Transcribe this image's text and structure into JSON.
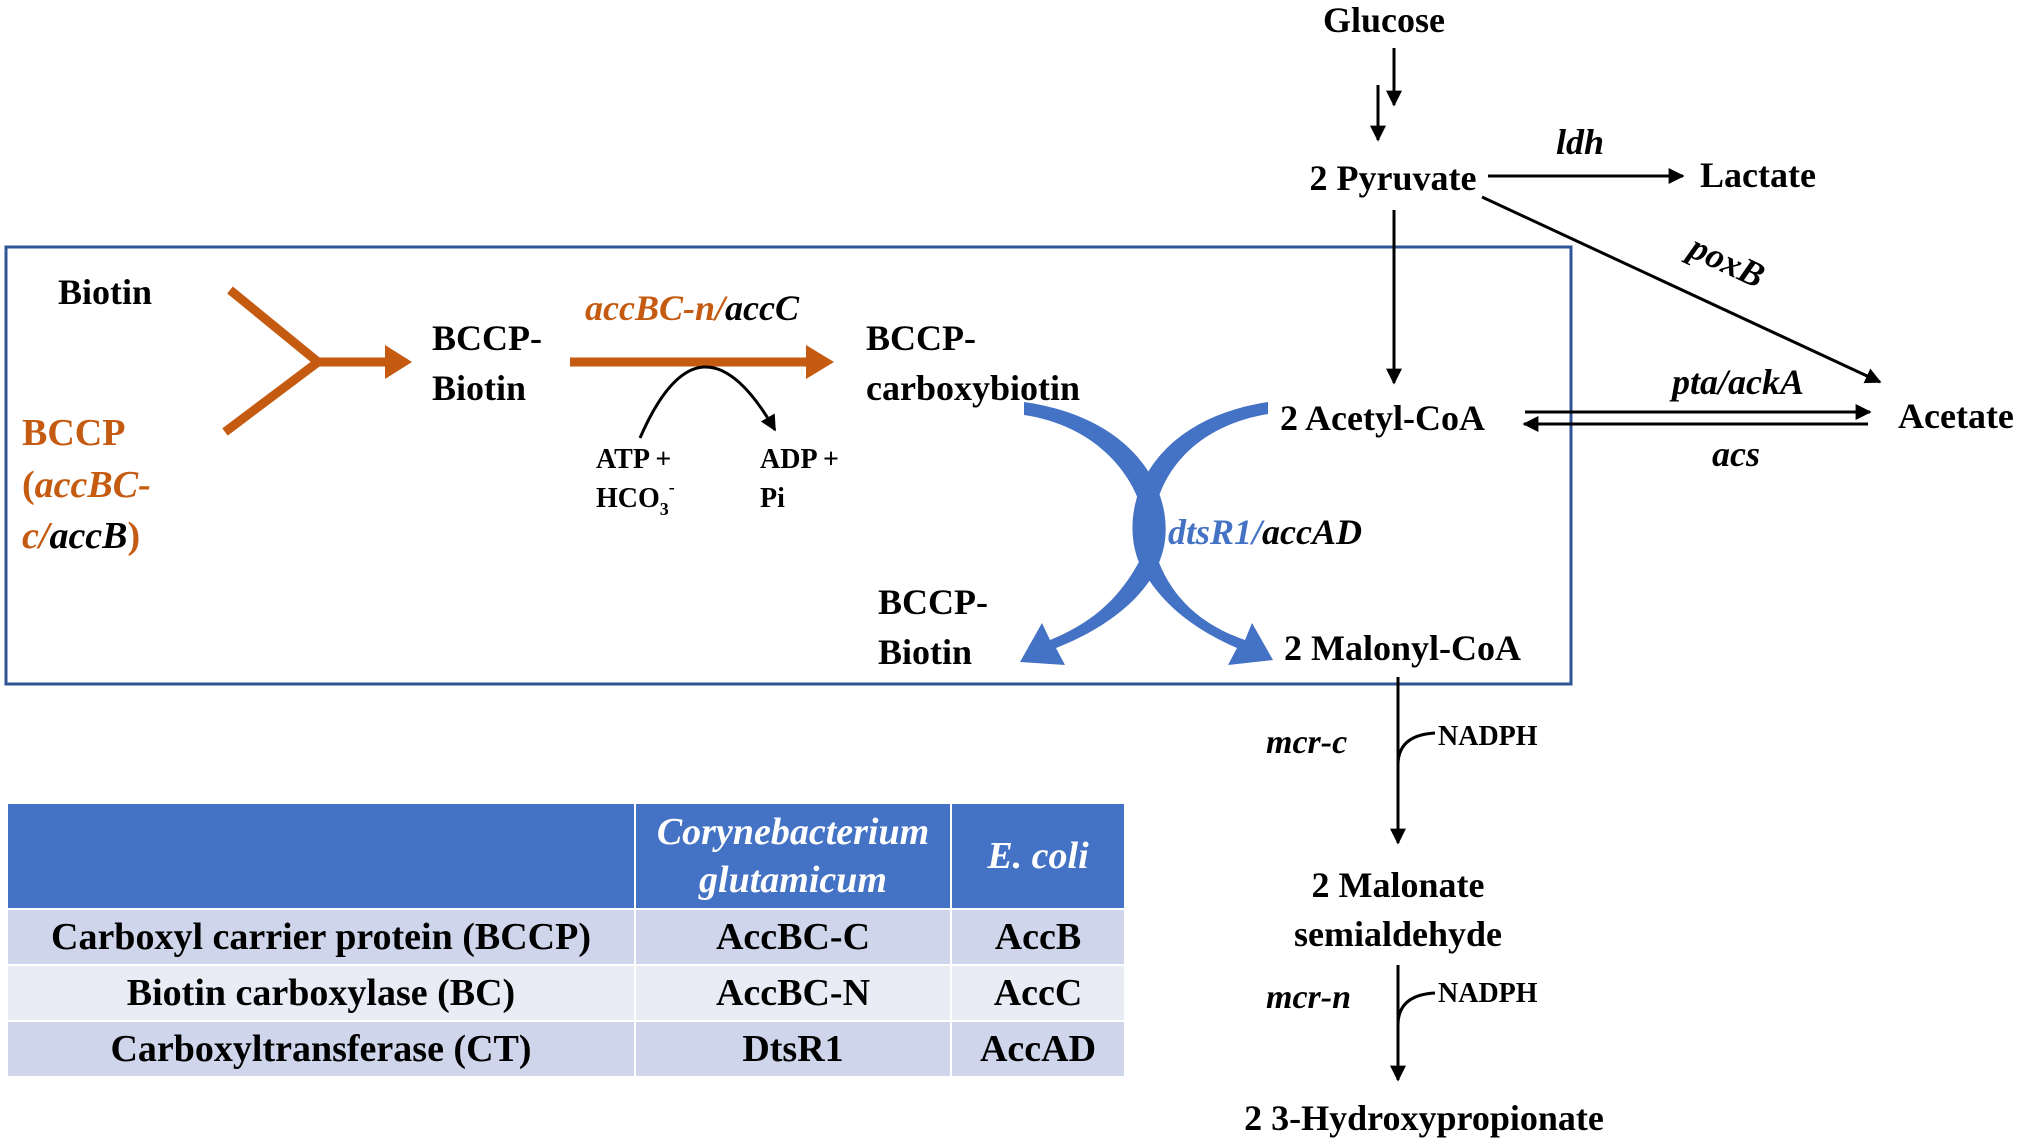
{
  "colors": {
    "orange": "#c55a11",
    "blue": "#4472c4",
    "box_border": "#2f5597",
    "table_header": "#4472c4",
    "table_row_dark": "#cfd5ea",
    "table_row_light": "#e9ebf5"
  },
  "labels": {
    "glucose": "Glucose",
    "pyruvate": "2 Pyruvate",
    "ldh": "ldh",
    "lactate": "Lactate",
    "poxb": "poxB",
    "pta_acka": "pta/ackA",
    "acs": "acs",
    "acetate": "Acetate",
    "acetyl_coa": "2 Acetyl-CoA",
    "biotin": "Biotin",
    "bccp_1": "BCCP",
    "bccp_paren_open": "(",
    "bccp_accbc": "accBC-",
    "bccp_c": "c/",
    "bccp_accb": "accB",
    "bccp_paren_close": ")",
    "bccp_biotin_1a": "BCCP-",
    "bccp_biotin_1b": "Biotin",
    "enzyme_c_orange": "accBC-n/",
    "enzyme_c_black": "accC",
    "bccp_carboxy_a": "BCCP-",
    "bccp_carboxy_b": "carboxybiotin",
    "atp": "ATP +",
    "hco3": "HCO",
    "hco3_sub": "3",
    "hco3_sup": "-",
    "adp": "ADP +",
    "pi": "Pi",
    "dtsr1": "dtsR1/",
    "accad": "accAD",
    "bccp_biotin_2a": "BCCP-",
    "bccp_biotin_2b": "Biotin",
    "malonyl_coa": "2 Malonyl-CoA",
    "mcr_c": "mcr-c",
    "nadph_1": "NADPH",
    "malonate_a": "2 Malonate",
    "malonate_b": "semialdehyde",
    "mcr_n": "mcr-n",
    "nadph_2": "NADPH",
    "hydroxypropionate": "2 3-Hydroxypropionate"
  },
  "table": {
    "headers": [
      "",
      "Corynebacterium glutamicum",
      "E. coli"
    ],
    "header_lines": [
      "Corynebacterium",
      "glutamicum"
    ],
    "rows": [
      {
        "component": "Carboxyl carrier protein (BCCP)",
        "cg": "AccBC-C",
        "ec": "AccB"
      },
      {
        "component": "Biotin carboxylase (BC)",
        "cg": "AccBC-N",
        "ec": "AccC"
      },
      {
        "component": "Carboxyltransferase (CT)",
        "cg": "DtsR1",
        "ec": "AccAD"
      }
    ]
  }
}
